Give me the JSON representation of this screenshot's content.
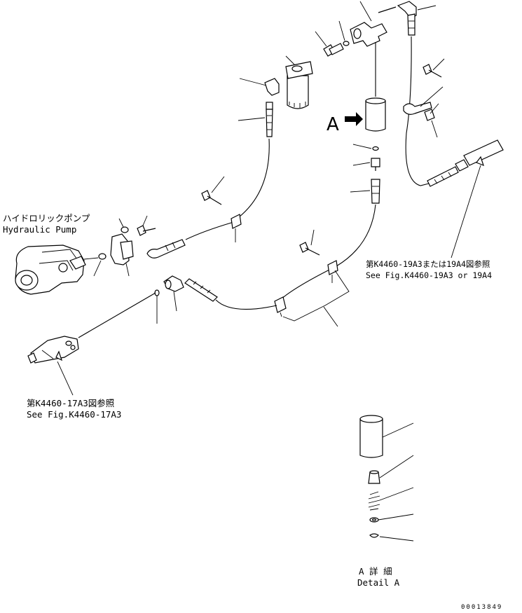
{
  "labels": {
    "pump_jp": "ハイドロリックポンプ",
    "pump_en": "Hydraulic Pump",
    "ref1_jp": "第K4460-19A3または19A4図参照",
    "ref1_en": "See Fig.K4460-19A3 or 19A4",
    "ref2_jp": "第K4460-17A3図参照",
    "ref2_en": "See Fig.K4460-17A3",
    "detail_jp": "A 詳 細",
    "detail_en": "Detail A",
    "view_letter": "A",
    "doc_number": "00013849"
  }
}
